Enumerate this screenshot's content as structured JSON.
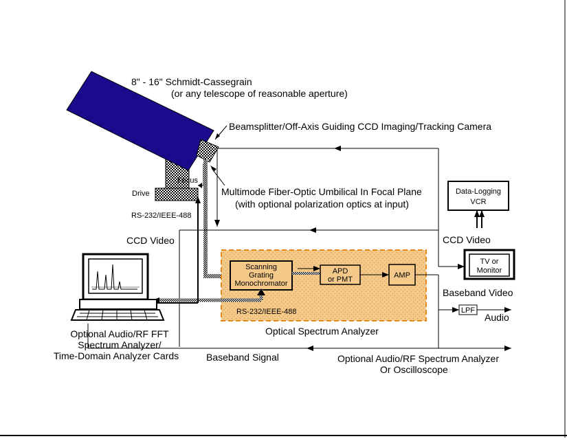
{
  "labels": {
    "telescope_line1": "8\" - 16\" Schmidt-Cassegrain",
    "telescope_line2": "(or any telescope of reasonable aperture)",
    "beamsplitter": "Beamsplitter/Off-Axis Guiding CCD Imaging/Tracking Camera",
    "focus": "Focus",
    "drive": "Drive",
    "fiber_line1": "Multimode Fiber-Optic Umbilical In Focal Plane",
    "fiber_line2": "(with optional polarization optics at input)",
    "rs232_top": "RS-232/IEEE-488",
    "ccd_video_left": "CCD Video",
    "ccd_video_right": "CCD Video",
    "vcr_line1": "Data-Logging",
    "vcr_line2": "VCR",
    "tv_line1": "TV or",
    "tv_line2": "Monitor",
    "mono_line1": "Scanning",
    "mono_line2": "Grating",
    "mono_line3": "Monochromator",
    "apd_line1": "APD",
    "apd_line2": "or PMT",
    "amp": "AMP",
    "rs232_bottom": "RS-232/IEEE-488",
    "baseband_video": "Baseband Video",
    "lpf": "LPF",
    "audio": "Audio",
    "optical_spectrum_analyzer": "Optical Spectrum Analyzer",
    "pc_line1": "Optional Audio/RF FFT",
    "pc_line2": "Spectrum Analyzer/",
    "pc_line3": "Time-Domain Analyzer Cards",
    "baseband_signal": "Baseband Signal",
    "osc_line1": "Optional Audio/RF Spectrum Analyzer",
    "osc_line2": "Or Oscilloscope"
  },
  "colors": {
    "telescope": "#1a0a8c",
    "analyzer_fill": "#f5c98a",
    "analyzer_border": "#e58a1a",
    "component_fill": "#f5c98a"
  }
}
